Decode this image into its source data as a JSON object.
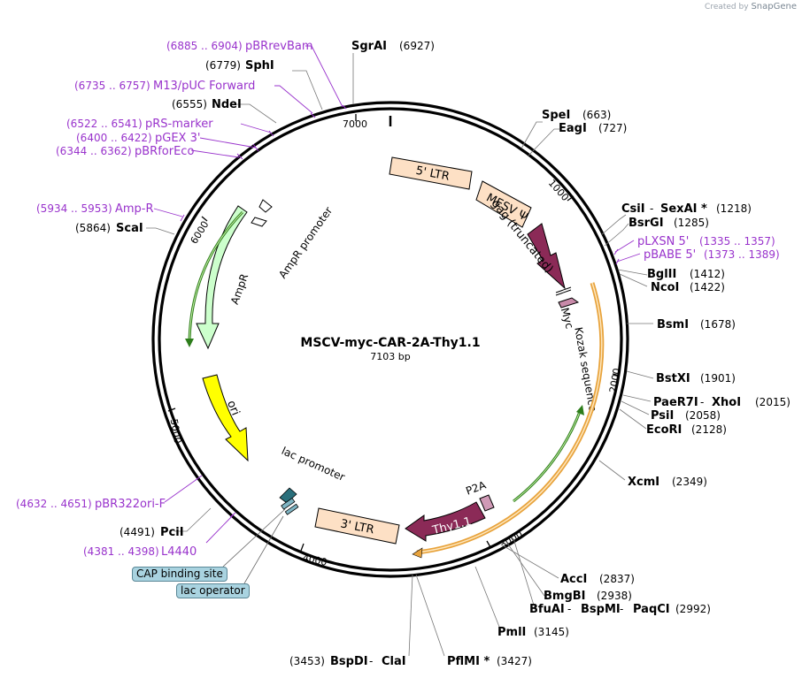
{
  "credit": {
    "prefix": "Created by",
    "brand": "SnapGene"
  },
  "plasmid": {
    "name": "MSCV-myc-CAR-2A-Thy1.1",
    "size_label": "7103 bp"
  },
  "ticks": {
    "t1000": "1000",
    "t2000": "2000",
    "t3000": "3000",
    "t4000": "4000",
    "t5000": "5000",
    "t6000": "6000",
    "t7000": "7000"
  },
  "features": {
    "ltr5": "5' LTR",
    "mesv": "MESV Ψ",
    "gag": "gag (truncated)",
    "myc": "Myc",
    "kozak": "Kozak sequence",
    "thy": "Thy1.1",
    "p2a": "P2A",
    "ltr3": "3' LTR",
    "lacprom": "lac promoter",
    "ori": "ori",
    "ampr": "AmpR",
    "amprprom": "AmpR promoter",
    "cap": "CAP binding site",
    "lacop": "lac operator"
  },
  "sites": {
    "sgrai": {
      "name": "SgrAI",
      "pos": "(6927)"
    },
    "sphi": {
      "name": "SphI",
      "pos": "(6779)"
    },
    "ndei": {
      "name": "NdeI",
      "pos": "(6555)"
    },
    "scai": {
      "name": "ScaI",
      "pos": "(5864)"
    },
    "pcii": {
      "name": "PciI",
      "pos": "(4491)"
    },
    "spei": {
      "name": "SpeI",
      "pos": "(663)"
    },
    "eagi": {
      "name": "EagI",
      "pos": "(727)"
    },
    "csii": {
      "name": "CsiI",
      "sep": " - ",
      "name2": "SexAI *",
      "pos": "(1218)"
    },
    "bsrgi": {
      "name": "BsrGI",
      "pos": "(1285)"
    },
    "bglii": {
      "name": "BglII",
      "pos": "(1412)"
    },
    "ncoi": {
      "name": "NcoI",
      "pos": "(1422)"
    },
    "bsmi": {
      "name": "BsmI",
      "pos": "(1678)"
    },
    "bstxi": {
      "name": "BstXI",
      "pos": "(1901)"
    },
    "paer7i": {
      "name": "PaeR7I",
      "sep": " - ",
      "name2": "XhoI",
      "pos": "(2015)"
    },
    "psii": {
      "name": "PsiI",
      "pos": "(2058)"
    },
    "ecori": {
      "name": "EcoRI",
      "pos": "(2128)"
    },
    "xcmi": {
      "name": "XcmI",
      "pos": "(2349)"
    },
    "acci": {
      "name": "AccI",
      "pos": "(2837)"
    },
    "bmgbi": {
      "name": "BmgBI",
      "pos": "(2938)"
    },
    "bfuai": {
      "name": "BfuAI",
      "sep": " - ",
      "name2": "BspMI",
      "sep2": " - ",
      "name3": "PaqCI",
      "pos": "(2992)"
    },
    "pmli": {
      "name": "PmlI",
      "pos": "(3145)"
    },
    "pflmi": {
      "name": "PflMI *",
      "pos": "(3427)"
    },
    "bspdi": {
      "pos": "(3453)",
      "name": "BspDI",
      "sep": " - ",
      "name2": "ClaI"
    }
  },
  "primers": {
    "pbrrevbam": {
      "range": "(6885 .. 6904)",
      "name": "pBRrevBam"
    },
    "m13": {
      "range": "(6735 .. 6757)",
      "name": "M13/pUC Forward"
    },
    "prs": {
      "range": "(6522 .. 6541)",
      "name": "pRS-marker"
    },
    "pgex": {
      "range": "(6400 .. 6422)",
      "name": "pGEX 3'"
    },
    "pbrfor": {
      "range": "(6344 .. 6362)",
      "name": "pBRforEco"
    },
    "ampr": {
      "range": "(5934 .. 5953)",
      "name": "Amp-R"
    },
    "pbr322": {
      "range": "(4632 .. 4651)",
      "name": "pBR322ori-F"
    },
    "l4440": {
      "range": "(4381 .. 4398)",
      "name": "L4440"
    },
    "plxsn": {
      "name": "pLXSN 5'",
      "range": "(1335 .. 1357)"
    },
    "pbabe": {
      "name": "pBABE 5'",
      "range": "(1373 .. 1389)"
    }
  },
  "colors": {
    "primer": "#9933cc",
    "ltr": "#fde0c5",
    "thy": "#8b2a57",
    "ori": "#ffff00",
    "ampr": "#ccffcc",
    "orf": "#e8a33c"
  }
}
